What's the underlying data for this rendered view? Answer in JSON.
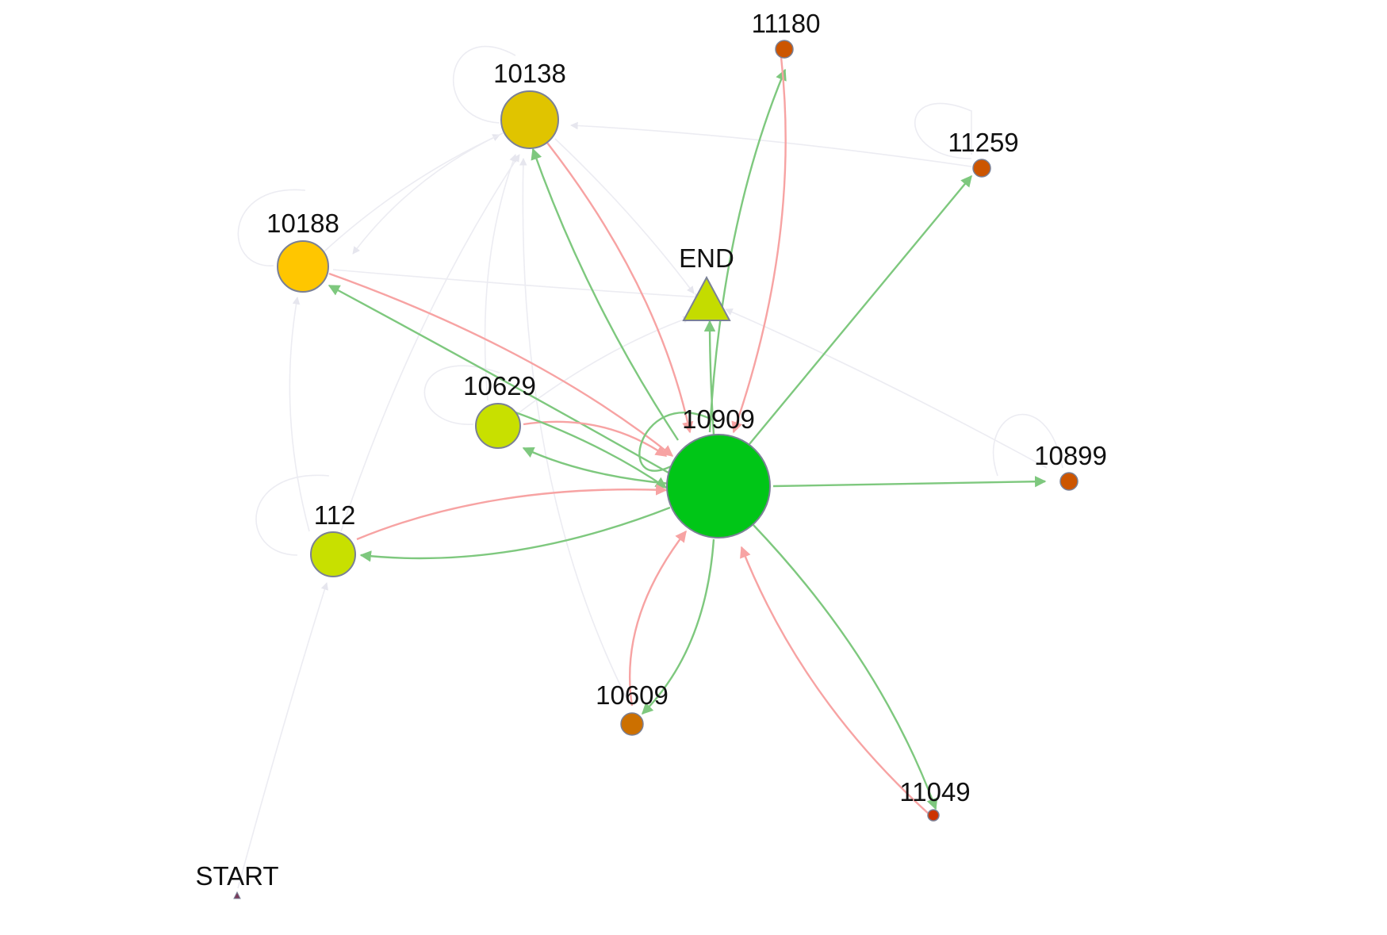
{
  "colors": {
    "edge_green": "#7ec87e",
    "edge_red": "#f7a3a3",
    "edge_faint": "#ececf2",
    "node_outline": "#7a8096"
  },
  "nodes": {
    "n10138": {
      "label": "10138",
      "color": "#e0c400"
    },
    "n10188": {
      "label": "10188",
      "color": "#ffc600"
    },
    "n10629": {
      "label": "10629",
      "color": "#c8e000"
    },
    "n112": {
      "label": "112",
      "color": "#c8e000"
    },
    "n10909": {
      "label": "10909",
      "color": "#00c617"
    },
    "nEND": {
      "label": "END",
      "color": "#c4dc00",
      "shape": "triangle"
    },
    "n11180": {
      "label": "11180",
      "color": "#cc5500"
    },
    "n11259": {
      "label": "11259",
      "color": "#cc5500"
    },
    "n10899": {
      "label": "10899",
      "color": "#cc5500"
    },
    "n10609": {
      "label": "10609",
      "color": "#cc7000"
    },
    "n11049": {
      "label": "11049",
      "color": "#cc3300"
    },
    "nSTART": {
      "label": "START",
      "color": "#7a3a5a",
      "shape": "triangle"
    }
  },
  "edges": [
    {
      "from": "10909",
      "to": "10138",
      "type": "green"
    },
    {
      "from": "10138",
      "to": "10909",
      "type": "red"
    },
    {
      "from": "10909",
      "to": "11180",
      "type": "green"
    },
    {
      "from": "11180",
      "to": "10909",
      "type": "red"
    },
    {
      "from": "10909",
      "to": "11259",
      "type": "green"
    },
    {
      "from": "10909",
      "to": "END",
      "type": "green"
    },
    {
      "from": "10909",
      "to": "10188",
      "type": "green"
    },
    {
      "from": "10188",
      "to": "10909",
      "type": "red"
    },
    {
      "from": "10909",
      "to": "10629",
      "type": "green"
    },
    {
      "from": "10629",
      "to": "10909",
      "type": "red"
    },
    {
      "from": "10909",
      "to": "112",
      "type": "green"
    },
    {
      "from": "112",
      "to": "10909",
      "type": "red"
    },
    {
      "from": "10909",
      "to": "10899",
      "type": "green"
    },
    {
      "from": "10909",
      "to": "10609",
      "type": "green"
    },
    {
      "from": "10609",
      "to": "10909",
      "type": "red"
    },
    {
      "from": "10909",
      "to": "11049",
      "type": "green"
    },
    {
      "from": "11049",
      "to": "10909",
      "type": "red"
    },
    {
      "from": "10909",
      "to": "10909",
      "type": "green"
    },
    {
      "from": "START",
      "to": "112",
      "type": "faint"
    },
    {
      "from": "112",
      "to": "10188",
      "type": "faint"
    },
    {
      "from": "112",
      "to": "10138",
      "type": "faint"
    },
    {
      "from": "10188",
      "to": "10138",
      "type": "faint"
    },
    {
      "from": "10138",
      "to": "10188",
      "type": "faint"
    },
    {
      "from": "10188",
      "to": "END",
      "type": "faint"
    },
    {
      "from": "10138",
      "to": "END",
      "type": "faint"
    },
    {
      "from": "10629",
      "to": "10138",
      "type": "faint"
    },
    {
      "from": "10629",
      "to": "END",
      "type": "faint"
    },
    {
      "from": "10609",
      "to": "10138",
      "type": "faint"
    },
    {
      "from": "11259",
      "to": "10138",
      "type": "faint"
    },
    {
      "from": "10899",
      "to": "END",
      "type": "faint"
    },
    {
      "from": "10138",
      "to": "10138",
      "type": "faint"
    },
    {
      "from": "10188",
      "to": "10188",
      "type": "faint"
    },
    {
      "from": "112",
      "to": "112",
      "type": "faint"
    },
    {
      "from": "10629",
      "to": "10629",
      "type": "faint"
    },
    {
      "from": "11259",
      "to": "11259",
      "type": "faint"
    },
    {
      "from": "10899",
      "to": "10899",
      "type": "faint"
    }
  ]
}
